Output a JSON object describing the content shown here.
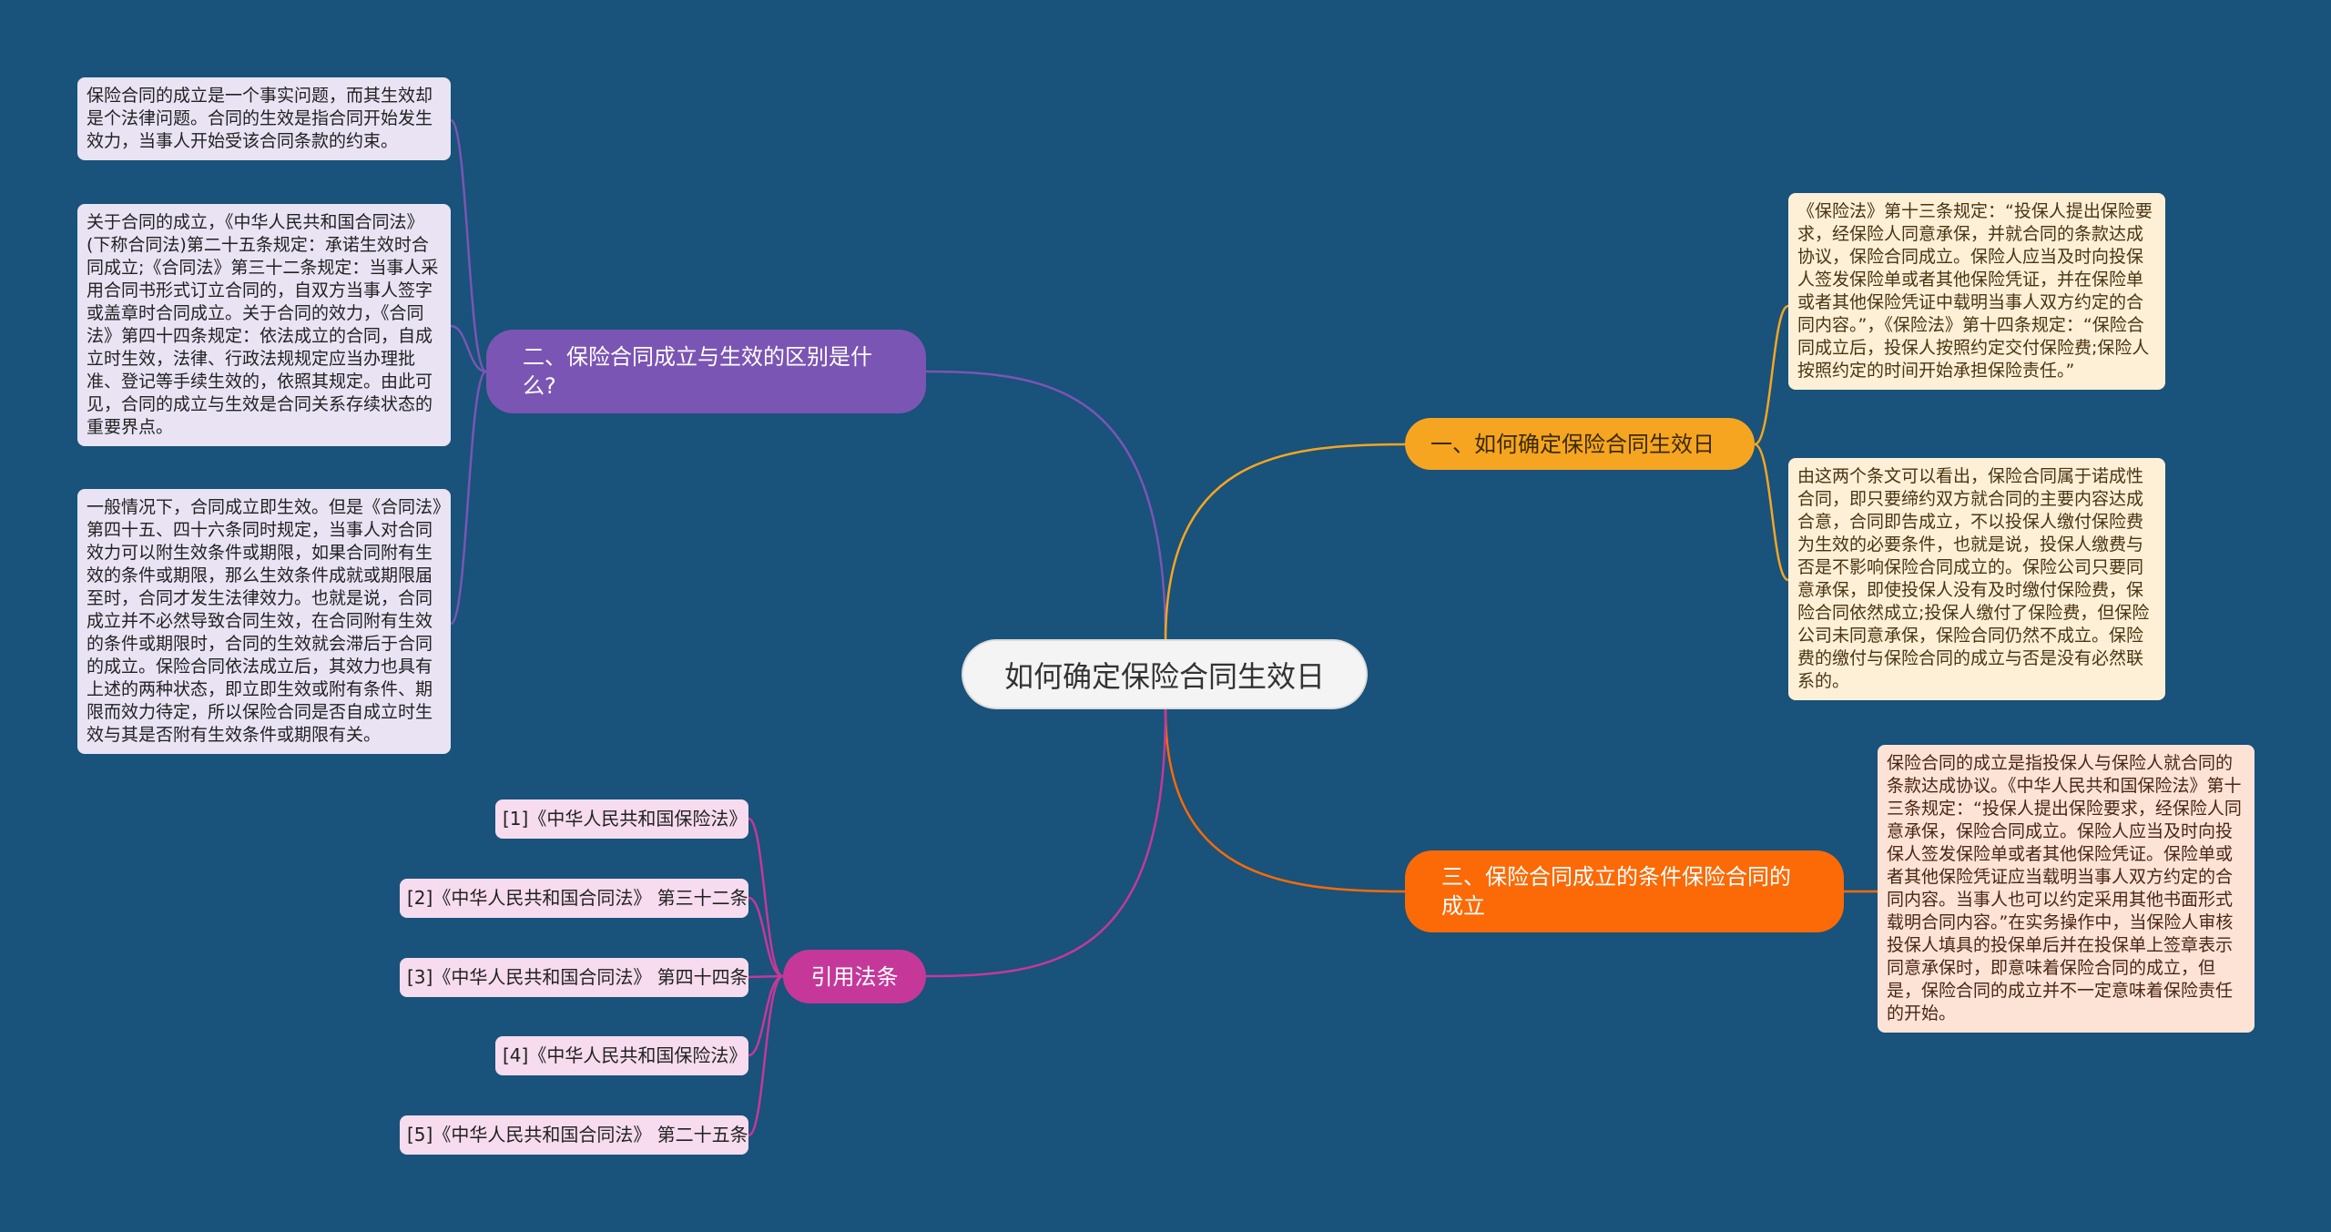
{
  "center": {
    "title": "如何确定保险合同生效日"
  },
  "branches": [
    {
      "label": "一、如何确定保险合同生效日",
      "color": "#f6a521",
      "children": [
        "《保险法》第十三条规定：“投保人提出保险要求，经保险人同意承保，并就合同的条款达成协议，保险合同成立。保险人应当及时向投保人签发保险单或者其他保险凭证，并在保险单或者其他保险凭证中载明当事人双方约定的合同内容。”，《保险法》第十四条规定：“保险合同成立后，投保人按照约定交付保险费;保险人按照约定的时间开始承担保险责任。”",
        "由这两个条文可以看出，保险合同属于诺成性合同，即只要缔约双方就合同的主要内容达成合意，合同即告成立，不以投保人缴付保险费为生效的必要条件，也就是说，投保人缴费与否是不影响保险合同成立的。保险公司只要同意承保，即使投保人没有及时缴付保险费，保险合同依然成立;投保人缴付了保险费，但保险公司未同意承保，保险合同仍然不成立。保险费的缴付与保险合同的成立与否是没有必然联系的。"
      ]
    },
    {
      "label": "二、保险合同成立与生效的区别是什么?",
      "color": "#7b55b3",
      "children": [
        "保险合同的成立是一个事实问题，而其生效却是个法律问题。合同的生效是指合同开始发生效力，当事人开始受该合同条款的约束。",
        "关于合同的成立，《中华人民共和国合同法》(下称合同法)第二十五条规定：承诺生效时合同成立;《合同法》第三十二条规定：当事人采用合同书形式订立合同的，自双方当事人签字或盖章时合同成立。关于合同的效力，《合同法》第四十四条规定：依法成立的合同，自成立时生效，法律、行政法规规定应当办理批准、登记等手续生效的，依照其规定。由此可见，合同的成立与生效是合同关系存续状态的重要界点。",
        "一般情况下，合同成立即生效。但是《合同法》第四十五、四十六条同时规定，当事人对合同效力可以附生效条件或期限，如果合同附有生效的条件或期限，那么生效条件成就或期限届至时，合同才发生法律效力。也就是说，合同成立并不必然导致合同生效，在合同附有生效的条件或期限时，合同的生效就会滞后于合同的成立。保险合同依法成立后，其效力也具有上述的两种状态，即立即生效或附有条件、期限而效力待定，所以保险合同是否自成立时生效与其是否附有生效条件或期限有关。"
      ]
    },
    {
      "label": "三、保险合同成立的条件保险合同的成立",
      "color": "#fb6a06",
      "children": [
        "保险合同的成立是指投保人与保险人就合同的条款达成协议。《中华人民共和国保险法》第十三条规定：“投保人提出保险要求，经保险人同意承保，保险合同成立。保险人应当及时向投保人签发保险单或者其他保险凭证。保险单或者其他保险凭证应当载明当事人双方约定的合同内容。当事人也可以约定采用其他书面形式载明合同内容。”在实务操作中，当保险人审核投保人填具的投保单后并在投保单上签章表示同意承保时，即意味着保险合同的成立，但是，保险合同的成立并不一定意味着保险责任的开始。"
      ]
    },
    {
      "label": "引用法条",
      "color": "#c5389a",
      "children": [
        "[1]《中华人民共和国保险法》",
        "[2]《中华人民共和国合同法》 第三十二条",
        "[3]《中华人民共和国合同法》 第四十四条",
        "[4]《中华人民共和国保险法》",
        "[5]《中华人民共和国合同法》 第二十五条"
      ]
    }
  ]
}
